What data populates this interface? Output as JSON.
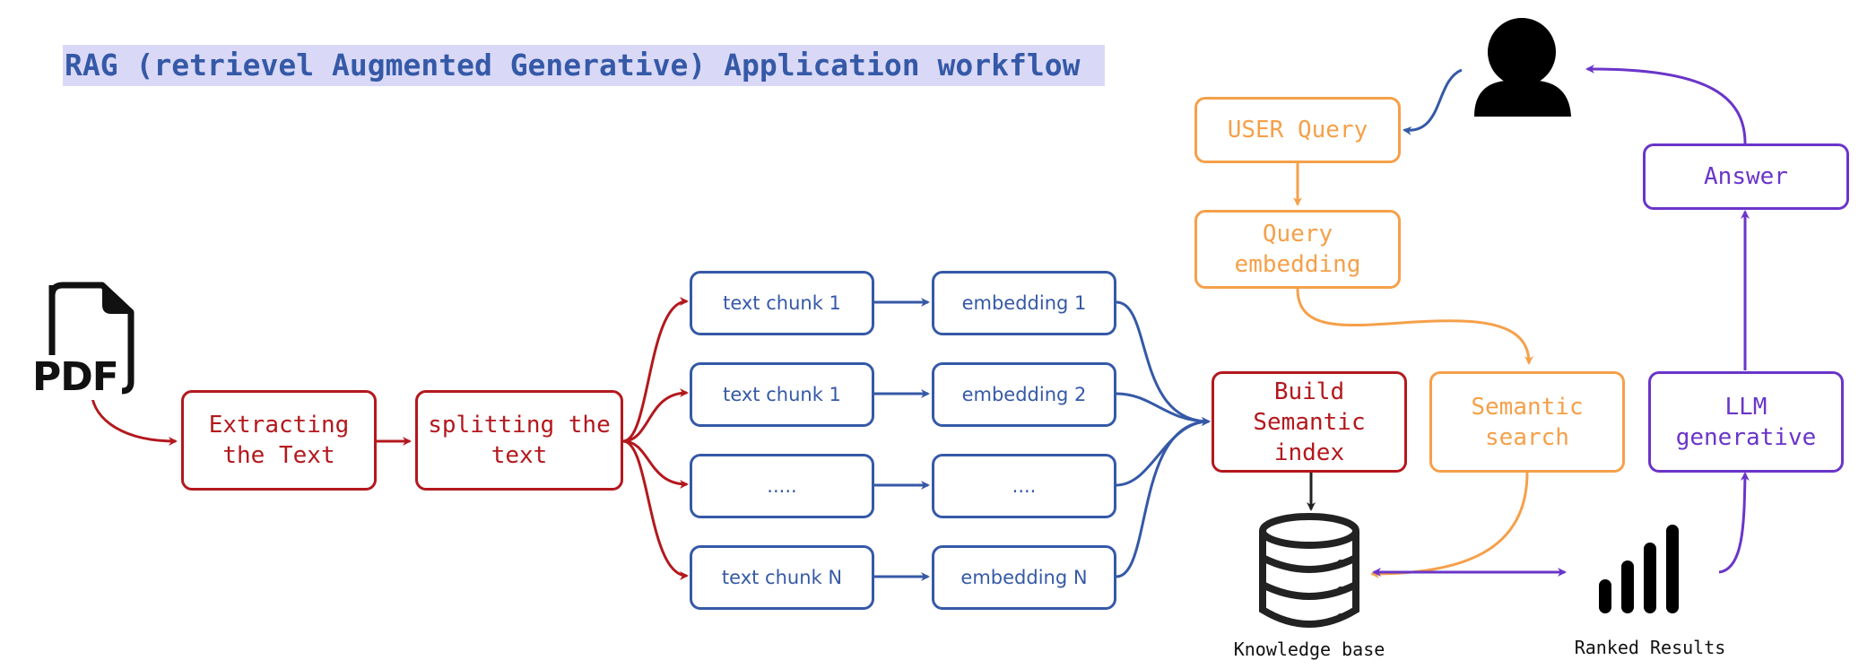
{
  "title": "RAG (retrievel Augmented Generative) Application workflow",
  "pdf_label": "PDF",
  "steps": {
    "extract": "Extracting\nthe Text",
    "split": "splitting the\ntext",
    "chunks": [
      "text chunk 1",
      "text chunk 1",
      ".....",
      "text chunk N"
    ],
    "embeddings": [
      "embedding 1",
      "embedding 2",
      "....",
      "embedding N"
    ],
    "build_index": "Build\nSemantic\nindex",
    "user_query": "USER Query",
    "query_embedding": "Query\nembedding",
    "semantic_search": "Semantic\nsearch",
    "llm": "LLM\ngenerative",
    "answer": "Answer"
  },
  "captions": {
    "knowledge_base": "Knowledge base",
    "ranked_results": "Ranked Results"
  },
  "icons": [
    "pdf-file-icon",
    "user-icon",
    "database-icon",
    "ranking-bars-icon"
  ],
  "colors": {
    "red": "#b3181d",
    "blue": "#3559a7",
    "orange": "#f5a04a",
    "purple": "#6a35c9",
    "title_bg": "#d9d9f7",
    "black": "#111111"
  }
}
